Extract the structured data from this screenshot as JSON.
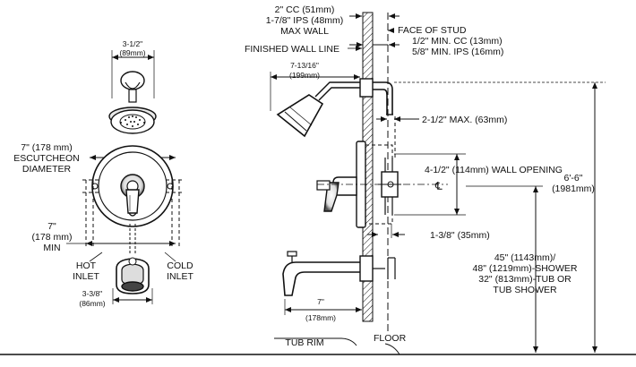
{
  "labels": {
    "escutcheon_width_in": "3-1/2\"",
    "escutcheon_width_mm": "(89mm)",
    "escutcheon_diam_l1": "7\" (178 mm)",
    "escutcheon_diam_l2": "ESCUTCHEON",
    "escutcheon_diam_l3": "DIAMETER",
    "inlet_min_l1": "7\"",
    "inlet_min_l2": "(178 mm)",
    "inlet_min_l3": "MIN",
    "hot_inlet_l1": "HOT",
    "hot_inlet_l2": "INLET",
    "cold_inlet_l1": "COLD",
    "cold_inlet_l2": "INLET",
    "spout_width_in": "3-3/8\"",
    "spout_width_mm": "(86mm)",
    "max_wall_l1": "2\" CC (51mm)",
    "max_wall_l2": "1-7/8\" IPS (48mm)",
    "max_wall_l3": "MAX WALL",
    "face_of_stud": "FACE OF STUD",
    "finished_wall_line": "FINISHED WALL LINE",
    "min_wall_l1": "1/2\" MIN. CC (13mm)",
    "min_wall_l2": "5/8\" MIN. IPS (16mm)",
    "arm_len_in": "7-13/16\"",
    "arm_len_mm": "(199mm)",
    "max_depth": "2-1/2\" MAX. (63mm)",
    "wall_opening": "4-1/2\" (114mm) WALL OPENING",
    "centerline": "℄",
    "valve_depth": "1-3/8\" (35mm)",
    "height_l1": "6'-6\"",
    "height_l2": "(1981mm)",
    "valve_height_l1": "45\" (1143mm)/",
    "valve_height_l2": "48\" (1219mm)-SHOWER",
    "valve_height_l3": "32\" (813mm)-TUB OR",
    "valve_height_l4": "TUB SHOWER",
    "spout_len_in": "7\"",
    "spout_len_mm": "(178mm)",
    "tub_rim": "TUB RIM",
    "floor": "FLOOR"
  }
}
